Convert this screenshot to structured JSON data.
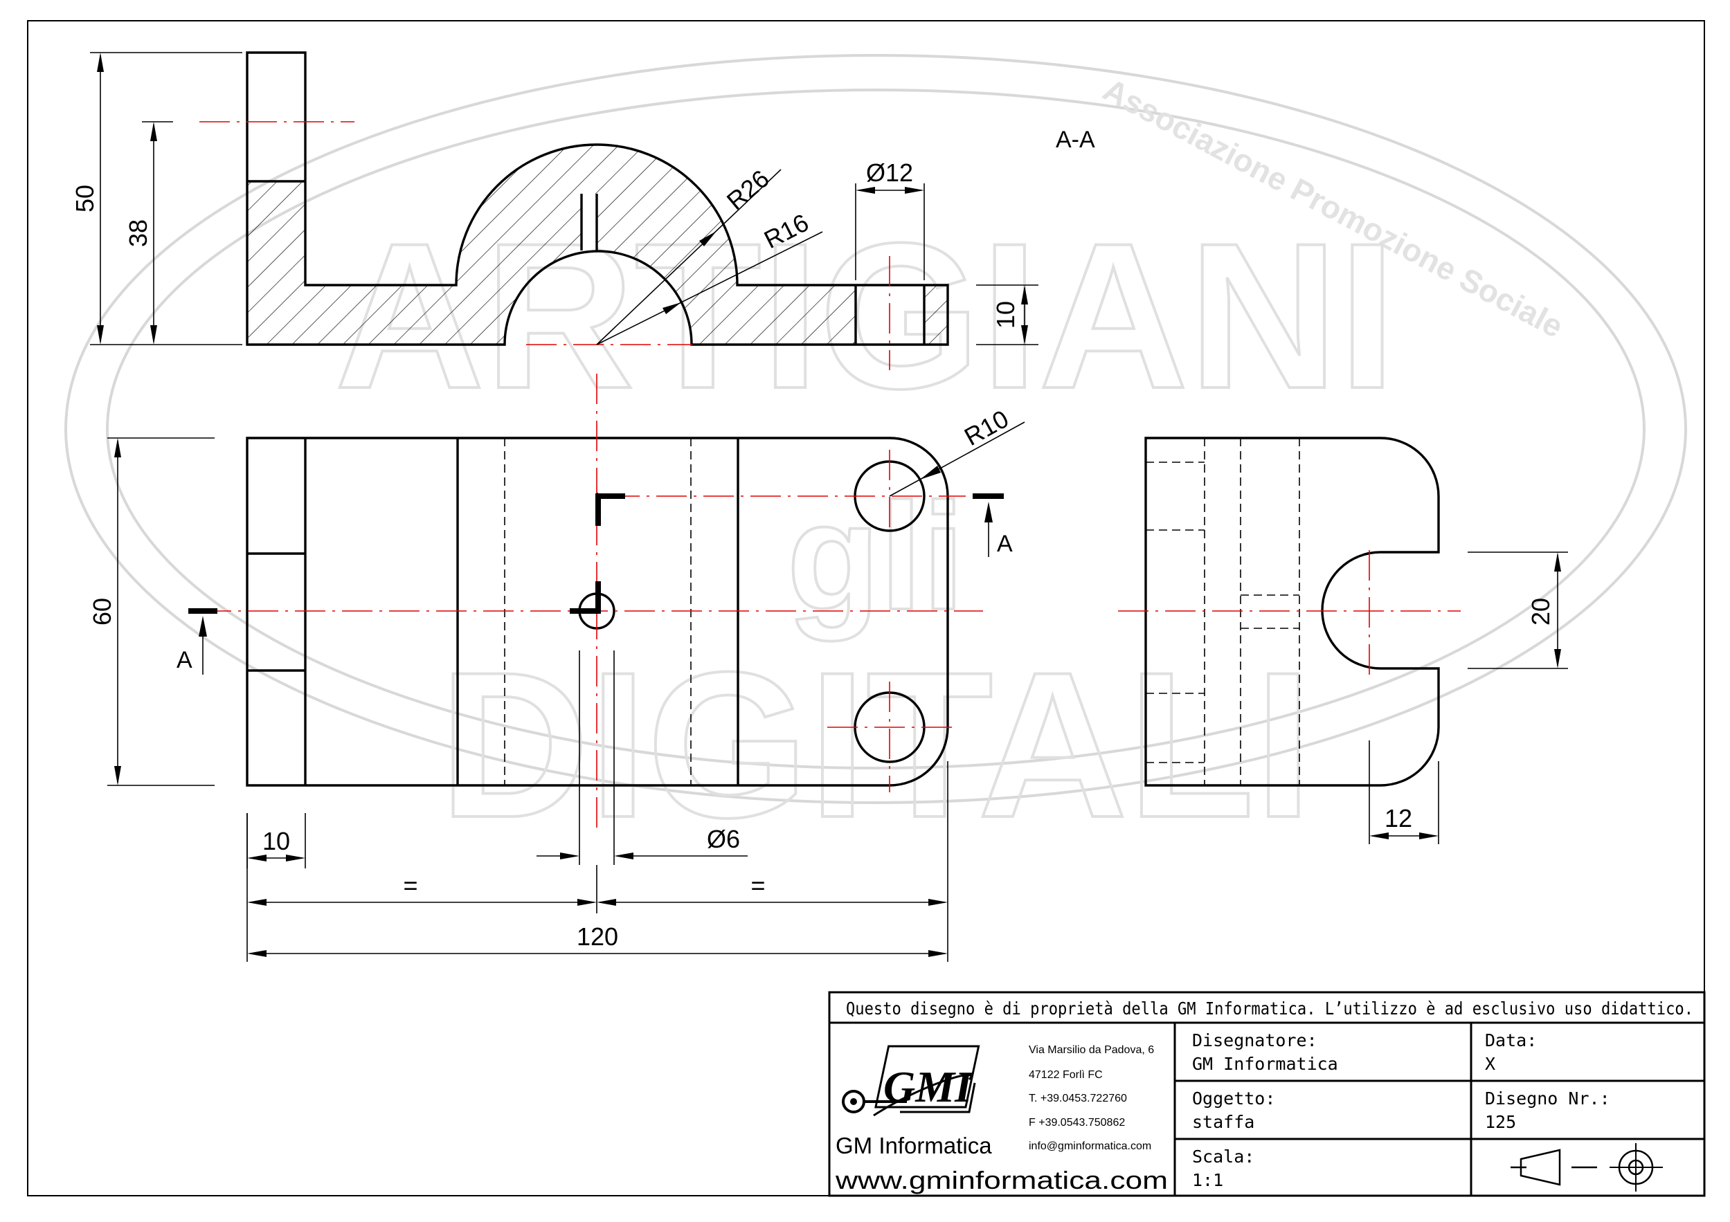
{
  "watermark": {
    "arc_text": "Associazione Promozione Sociale",
    "word_top": "ARTIGIANI",
    "word_mid": "gli",
    "word_bottom": "DIGITALI"
  },
  "section_label": "A-A",
  "section_marker": "A",
  "dimensions": {
    "height_50": "50",
    "height_38": "38",
    "radius_26": "R26",
    "radius_16": "R16",
    "dia_12": "Ø12",
    "thick_10": "10",
    "radius_10": "R10",
    "width_60": "60",
    "flange_10": "10",
    "dia_6": "Ø6",
    "equal_left": "=",
    "equal_right": "=",
    "length_120": "120",
    "slot_20": "20",
    "slot_12": "12"
  },
  "title_block": {
    "notice": "Questo disegno è di proprietà della GM Informatica. L’utilizzo è ad esclusivo uso didattico.",
    "company_logo_text": "GMI",
    "company_name": "GM Informatica",
    "website": "www.gminformatica.com",
    "address_line1": "Via Marsilio da Padova, 6",
    "address_line2": "47122  Forlì  FC",
    "phone": "T. +39.0453.722760",
    "fax": "F +39.0543.750862",
    "email": "info@gminformatica.com",
    "designer_label": "Disegnatore:",
    "designer_value": "GM  Informatica",
    "object_label": "Oggetto:",
    "object_value": "staffa",
    "scale_label": "Scala:",
    "scale_value": "1:1",
    "date_label": "Data:",
    "date_value": "X",
    "drawing_no_label": "Disegno  Nr.:",
    "drawing_no_value": "125"
  }
}
